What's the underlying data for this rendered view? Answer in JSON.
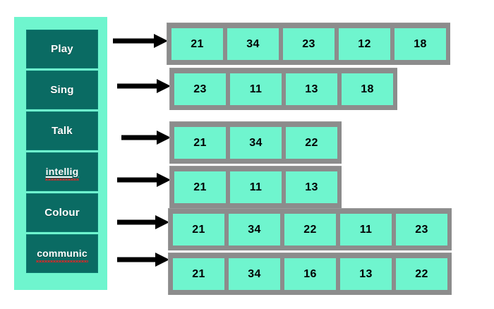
{
  "diagram": {
    "type": "labeled-array-rows",
    "title": "",
    "colors": {
      "panel_background": "#6ff5ce",
      "label_box": "#0a6b63",
      "label_text": "#ffffff",
      "row_border": "#8c8c8c",
      "cell_fill": "#6ff5ce",
      "cell_text": "#000000",
      "arrow": "#000000",
      "spellcheck_underline": "#d02b2b",
      "canvas_background": "#ffffff"
    }
  },
  "sidebar": {
    "items": [
      {
        "label": "Play",
        "misspelled": false,
        "underlined": false
      },
      {
        "label": "Sing",
        "misspelled": false,
        "underlined": false
      },
      {
        "label": "Talk",
        "misspelled": false,
        "underlined": false
      },
      {
        "label": "intellig",
        "misspelled": true,
        "underlined": true
      },
      {
        "label": "Colour",
        "misspelled": false,
        "underlined": false
      },
      {
        "label": "communic",
        "misspelled": true,
        "underlined": false
      }
    ]
  },
  "arrows": [
    {
      "name": "arrow-play",
      "from": "Play",
      "to": "row-1"
    },
    {
      "name": "arrow-sing",
      "from": "Sing",
      "to": "row-2"
    },
    {
      "name": "arrow-talk",
      "from": "Talk",
      "to": "row-3"
    },
    {
      "name": "arrow-intellig",
      "from": "intellig",
      "to": "row-4"
    },
    {
      "name": "arrow-colour",
      "from": "Colour",
      "to": "row-5"
    },
    {
      "name": "arrow-communic",
      "from": "communic",
      "to": "row-6"
    }
  ],
  "rows": [
    {
      "key": "Play",
      "values": [
        "21",
        "34",
        "23",
        "12",
        "18"
      ]
    },
    {
      "key": "Sing",
      "values": [
        "23",
        "11",
        "13",
        "18"
      ]
    },
    {
      "key": "Talk",
      "values": [
        "21",
        "34",
        "22"
      ]
    },
    {
      "key": "intellig",
      "values": [
        "21",
        "11",
        "13"
      ]
    },
    {
      "key": "Colour",
      "values": [
        "21",
        "34",
        "22",
        "11",
        "23"
      ]
    },
    {
      "key": "communic",
      "values": [
        "21",
        "34",
        "16",
        "13",
        "22"
      ]
    }
  ]
}
